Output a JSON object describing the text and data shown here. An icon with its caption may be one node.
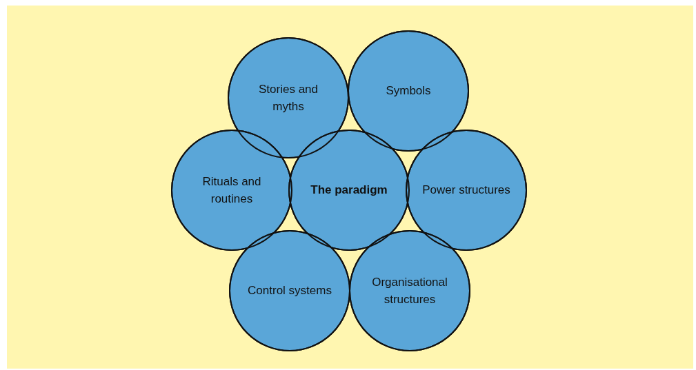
{
  "diagram": {
    "nodes": [
      {
        "text": [
          "Stories and myths"
        ]
      },
      {
        "text": [
          "Symbols"
        ]
      },
      {
        "text": [
          "Rituals and routines"
        ]
      },
      {
        "text": [
          "The paradigm"
        ]
      },
      {
        "text": [
          "Power structures"
        ]
      },
      {
        "text": [
          "Control systems"
        ]
      },
      {
        "text": [
          "Organisational structures"
        ]
      }
    ],
    "edges": []
  }
}
